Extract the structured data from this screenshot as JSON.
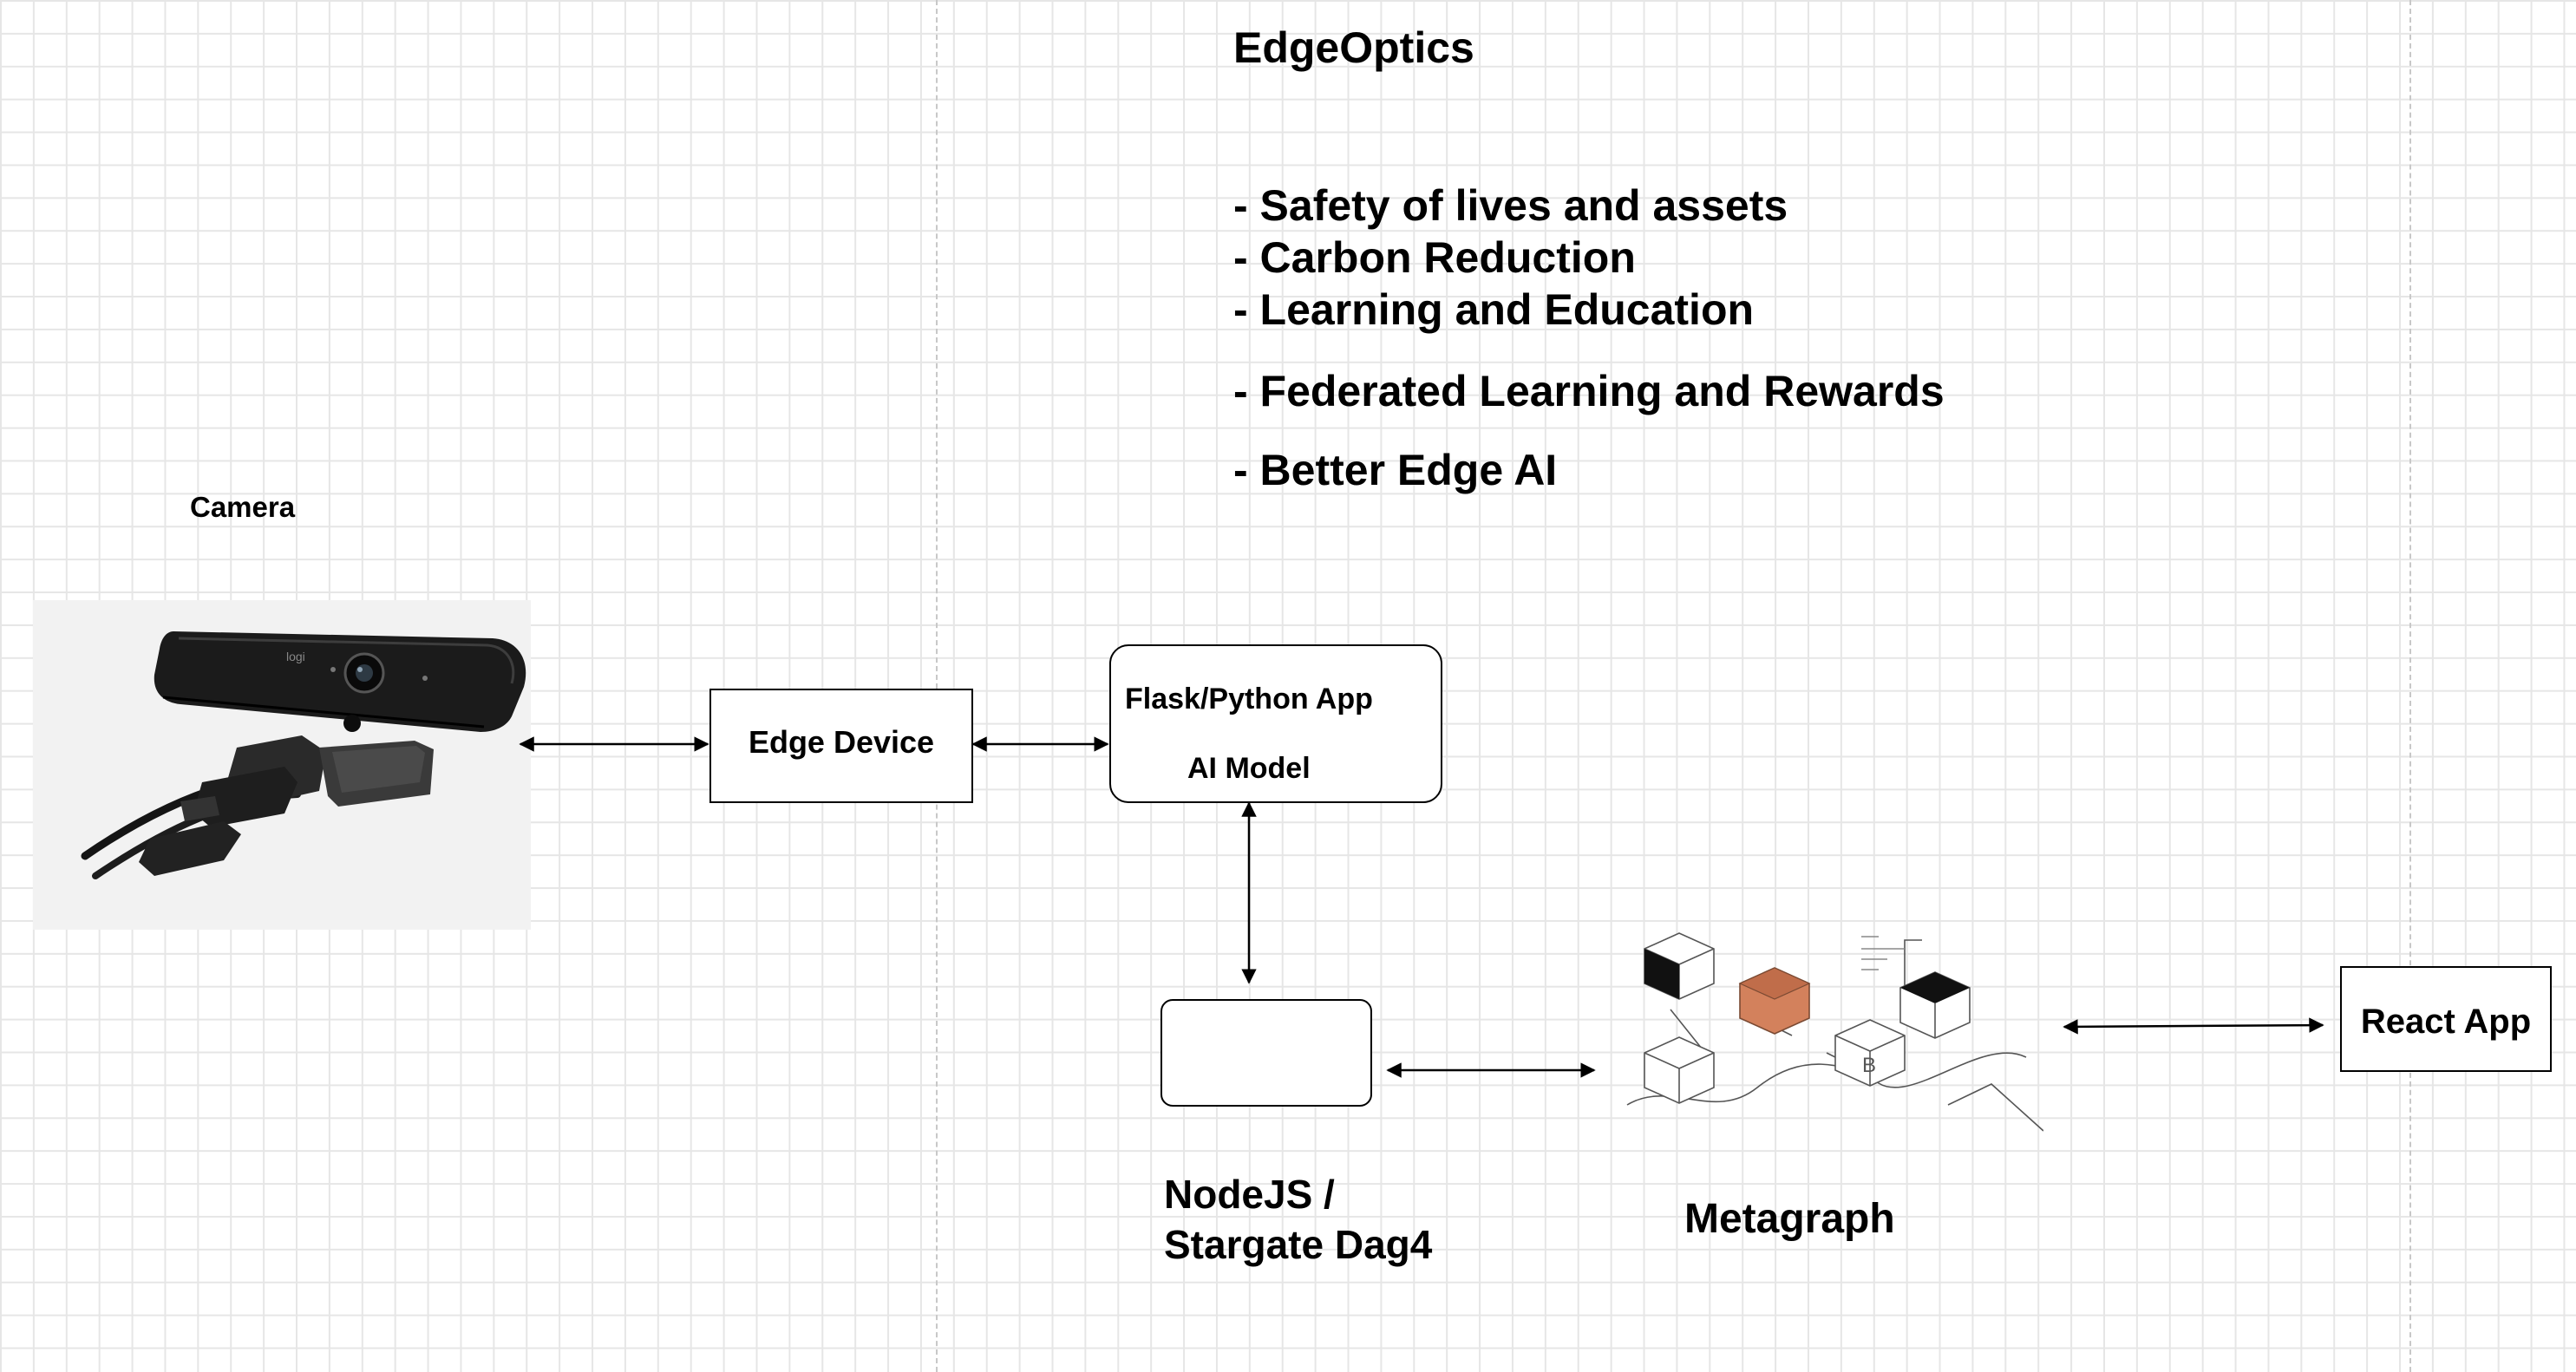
{
  "title": "EdgeOptics",
  "bullets": [
    "- Safety of lives and assets",
    "- Carbon Reduction",
    "- Learning and Education",
    "- Federated Learning and Rewards",
    "- Better Edge AI"
  ],
  "camera": {
    "label": "Camera",
    "image_icon": "webcam-photo"
  },
  "edge_device": {
    "label": "Edge Device"
  },
  "flask_app": {
    "line1": "Flask/Python App",
    "line2": "AI Model"
  },
  "node": {
    "line1": "NodeJS /",
    "line2": "Stargate Dag4"
  },
  "metagraph": {
    "label": "Metagraph",
    "image_icon": "blockchain-cubes-illustration",
    "accent": "#d3815c"
  },
  "react_app": {
    "label": "React App"
  }
}
